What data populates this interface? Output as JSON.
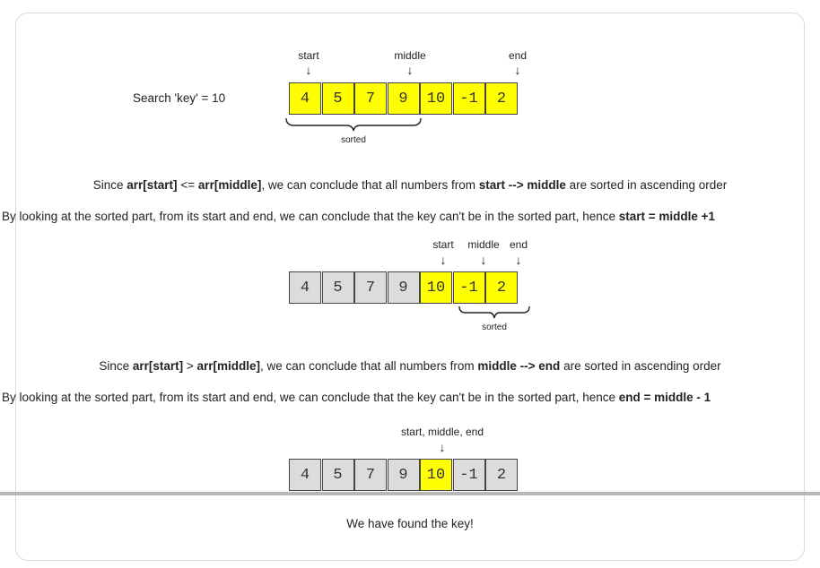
{
  "colors": {
    "highlight": "#ffff00",
    "inactive": "#dcdcdc"
  },
  "labels": {
    "start": "start",
    "middle": "middle",
    "end": "end",
    "combined": "start, middle, end",
    "sorted": "sorted",
    "arrow": "↓"
  },
  "step1": {
    "search_label": "Search 'key' = 10",
    "cells": [
      {
        "value": "4",
        "state": "highlight"
      },
      {
        "value": "5",
        "state": "highlight"
      },
      {
        "value": "7",
        "state": "highlight"
      },
      {
        "value": "9",
        "state": "highlight"
      },
      {
        "value": "10",
        "state": "highlight"
      },
      {
        "value": "-1",
        "state": "highlight"
      },
      {
        "value": "2",
        "state": "highlight"
      }
    ]
  },
  "step2": {
    "cells": [
      {
        "value": "4",
        "state": "inactive"
      },
      {
        "value": "5",
        "state": "inactive"
      },
      {
        "value": "7",
        "state": "inactive"
      },
      {
        "value": "9",
        "state": "inactive"
      },
      {
        "value": "10",
        "state": "highlight"
      },
      {
        "value": "-1",
        "state": "highlight"
      },
      {
        "value": "2",
        "state": "highlight"
      }
    ]
  },
  "step3": {
    "cells": [
      {
        "value": "4",
        "state": "inactive"
      },
      {
        "value": "5",
        "state": "inactive"
      },
      {
        "value": "7",
        "state": "inactive"
      },
      {
        "value": "9",
        "state": "inactive"
      },
      {
        "value": "10",
        "state": "highlight"
      },
      {
        "value": "-1",
        "state": "inactive"
      },
      {
        "value": "2",
        "state": "inactive"
      }
    ]
  },
  "text": {
    "line1_a": "Since ",
    "line1_b": "arr[start]",
    "line1_c": " <= ",
    "line1_d": "arr[middle]",
    "line1_e": ", we can conclude that all numbers from ",
    "line1_f": "start --> middle",
    "line1_g": " are sorted in ascending order",
    "line2_a": "By looking at the sorted part, from its start and end, we can conclude that the key can't be in the sorted part, hence ",
    "line2_b": "start = middle +1",
    "line3_a": "Since ",
    "line3_b": "arr[start]",
    "line3_c": " >  ",
    "line3_d": "arr[middle]",
    "line3_e": ", we can conclude that all numbers from ",
    "line3_f": "middle --> end",
    "line3_g": " are sorted in ascending order",
    "line4_a": "By looking at the sorted part, from its start and end, we can conclude that the key can't be in the sorted part, hence ",
    "line4_b": "end = middle - 1",
    "found": "We have found the key!"
  }
}
